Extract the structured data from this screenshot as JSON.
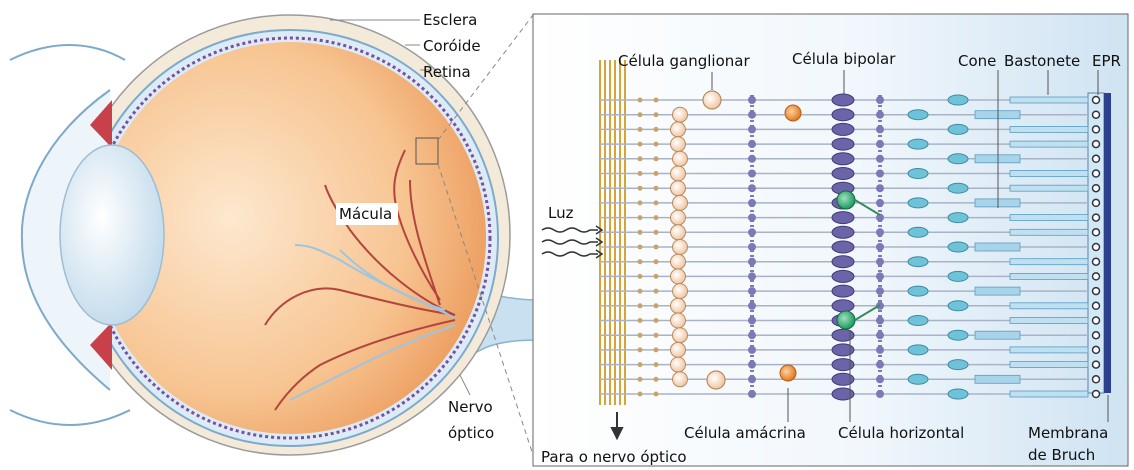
{
  "eye": {
    "labels": {
      "sclera": "Esclera",
      "choroid": "Coróide",
      "retina": "Retina",
      "macula": "Mácula",
      "optic_nerve_line1": "Nervo",
      "optic_nerve_line2": "óptico"
    }
  },
  "retina_detail": {
    "light": "Luz",
    "to_optic_nerve": "Para o nervo óptico",
    "labels": {
      "ganglion": "Célula ganglionar",
      "bipolar": "Célula bipolar",
      "cone": "Cone",
      "rod": "Bastonete",
      "rpe": "EPR",
      "amacrine": "Célula amácrina",
      "horizontal": "Célula horizontal",
      "bruch_line1": "Membrana",
      "bruch_line2": "de Bruch"
    }
  }
}
